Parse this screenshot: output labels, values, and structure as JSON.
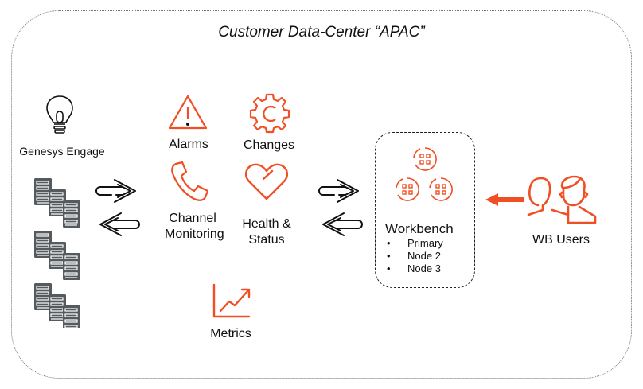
{
  "title": "Customer Data-Center “APAC”",
  "colors": {
    "accent": "#f04e23",
    "server": "#555a5f",
    "text": "#111111",
    "frame": "#777777"
  },
  "source": {
    "label": "Genesys Engage",
    "icon": "lightbulb-icon",
    "server_icon": "server-rack-icon"
  },
  "modules": [
    {
      "label": "Alarms",
      "icon": "warning-triangle-icon"
    },
    {
      "label": "Changes",
      "icon": "gear-icon"
    },
    {
      "label": "Channel Monitoring",
      "icon": "phone-icon"
    },
    {
      "label": "Health & Status",
      "icon": "heart-icon"
    },
    {
      "label": "Metrics",
      "icon": "line-chart-icon"
    }
  ],
  "workbench": {
    "label": "Workbench",
    "nodes": [
      "Primary",
      "Node 2",
      "Node 3"
    ],
    "icon": "cluster-icon"
  },
  "users": {
    "label": "WB Users",
    "icon": "users-icon"
  }
}
